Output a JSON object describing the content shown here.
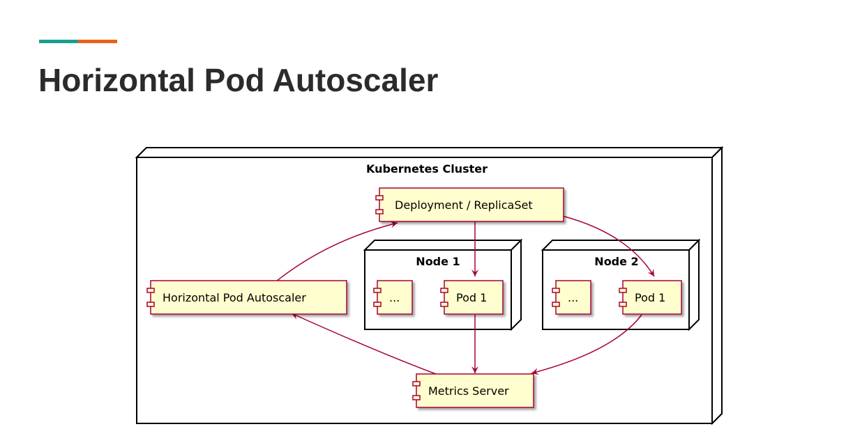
{
  "slide": {
    "title": "Horizontal Pod Autoscaler",
    "accent_colors": [
      "#1a9e8f",
      "#e8611a"
    ]
  },
  "diagram": {
    "cluster_label": "Kubernetes Cluster",
    "nodes": [
      {
        "label": "Node 1"
      },
      {
        "label": "Node 2"
      }
    ],
    "components": {
      "deployment": "Deployment / ReplicaSet",
      "hpa": "Horizontal Pod Autoscaler",
      "node1_other": "...",
      "node1_pod": "Pod 1",
      "node2_other": "...",
      "node2_pod": "Pod 1",
      "metrics": "Metrics Server"
    },
    "colors": {
      "component_fill": "#fefece",
      "component_border": "#a80036",
      "arrow": "#a80036",
      "node_border": "#000000"
    }
  }
}
